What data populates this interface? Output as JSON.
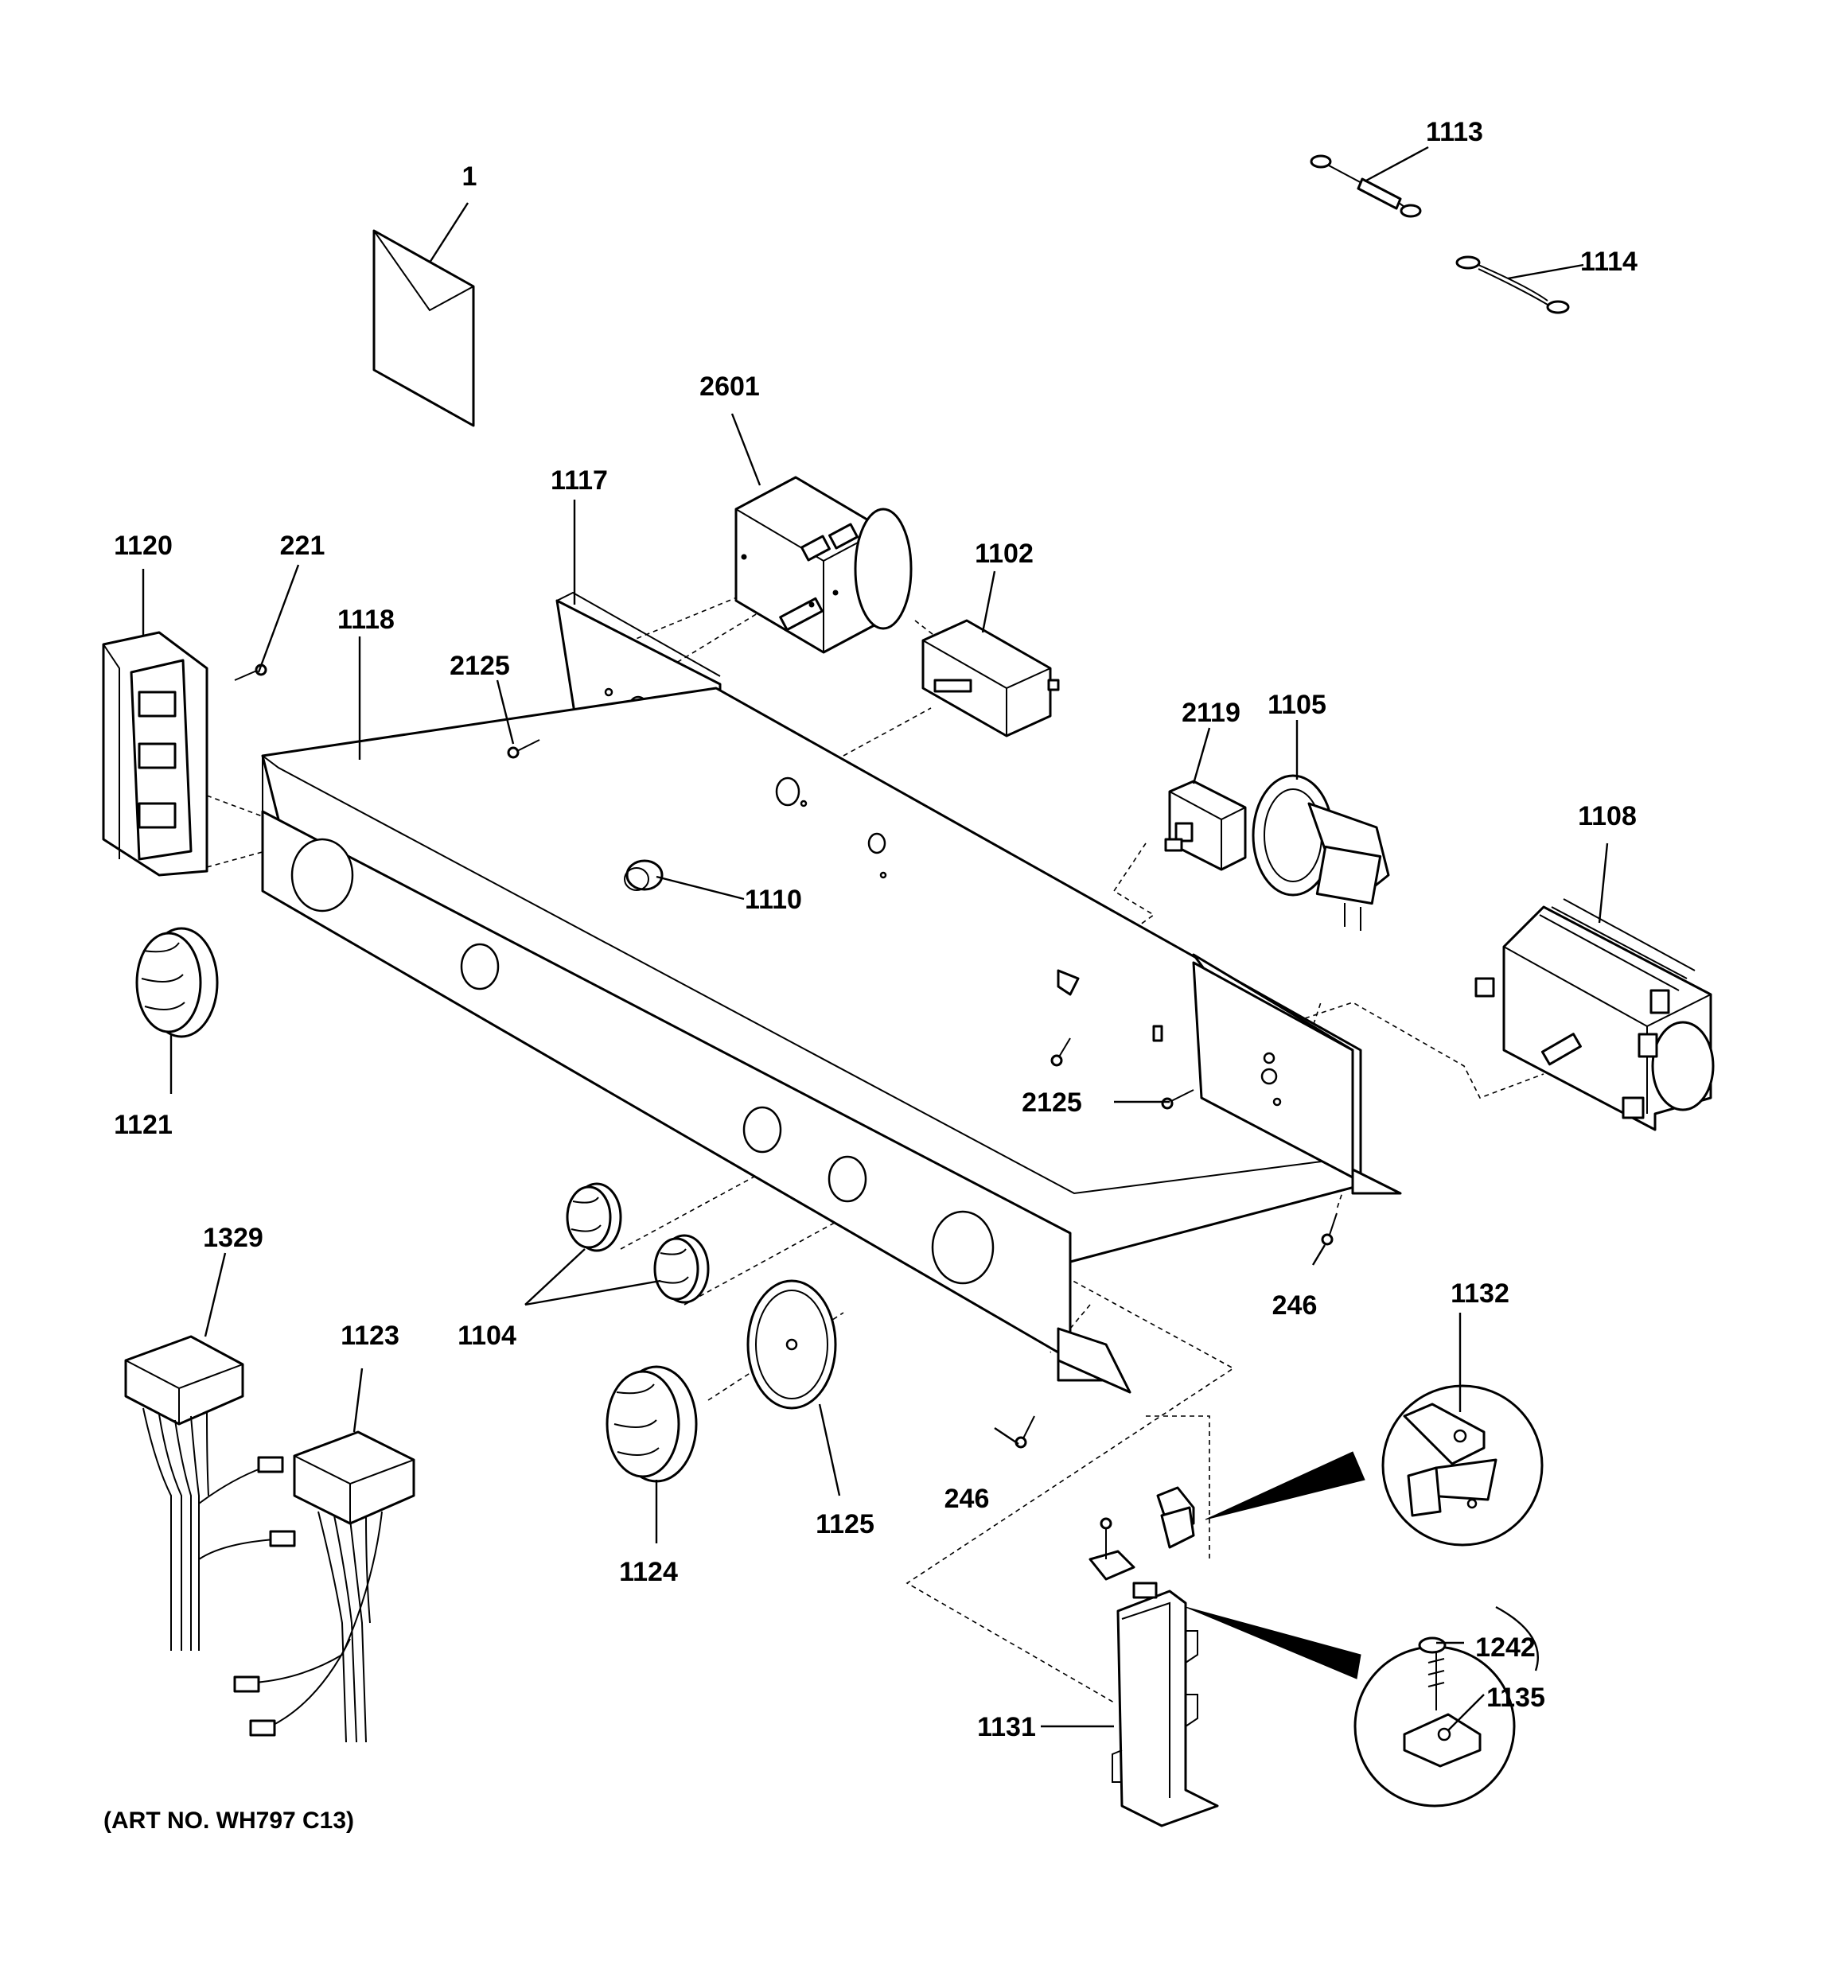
{
  "parts": {
    "p1": "1",
    "p1113": "1113",
    "p1114": "1114",
    "p2601": "2601",
    "p1117": "1117",
    "p1120": "1120",
    "p221": "221",
    "p1102": "1102",
    "p1118": "1118",
    "p2125_top": "2125",
    "p2119": "2119",
    "p1105": "1105",
    "p1108": "1108",
    "p1110": "1110",
    "p1121": "1121",
    "p2125_bottom": "2125",
    "p246_right": "246",
    "p1329": "1329",
    "p1123": "1123",
    "p1132": "1132",
    "p1104": "1104",
    "p1125": "1125",
    "p246_bottom": "246",
    "p1124": "1124",
    "p1242": "1242",
    "p1135": "1135",
    "p1131": "1131"
  },
  "footer": {
    "art_number": "(ART NO. WH797 C13)"
  }
}
